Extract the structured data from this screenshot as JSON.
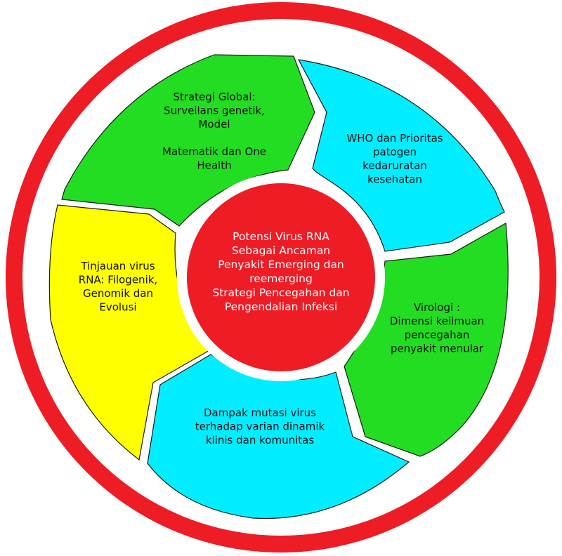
{
  "colors": {
    "ring": "#ee1c25",
    "green": "#22dd22",
    "cyan": "#00eeff",
    "yellow": "#ffff00",
    "center": "#ee1c25",
    "border": "#1a1a1a"
  },
  "center": {
    "lines": [
      "Potensi Virus RNA",
      "Sebagai Ancaman",
      "Penyakit Emerging dan",
      "reemerging",
      "Strategi Pencegahan dan",
      "Pengendalian Infeksi"
    ]
  },
  "segments": {
    "top_left": {
      "lines": [
        "Strategi Global:",
        "Surveilans genetik,",
        "Model",
        "",
        "Matematik dan One",
        "Health"
      ]
    },
    "top_right": {
      "lines": [
        "WHO dan Prioritas",
        "patogen",
        "kedaruratan",
        "kesehatan"
      ]
    },
    "right": {
      "lines": [
        "Virologi :",
        "Dimensi keilmuan",
        "pencegahan",
        "penyakit menular"
      ]
    },
    "bottom": {
      "lines": [
        "Dampak mutasi virus",
        "terhadap varian dinamik",
        "klinis dan komunitas"
      ]
    },
    "left": {
      "lines": [
        "Tinjauan virus",
        "RNA: Filogenik,",
        "Genomik dan",
        "Evolusi"
      ]
    }
  }
}
